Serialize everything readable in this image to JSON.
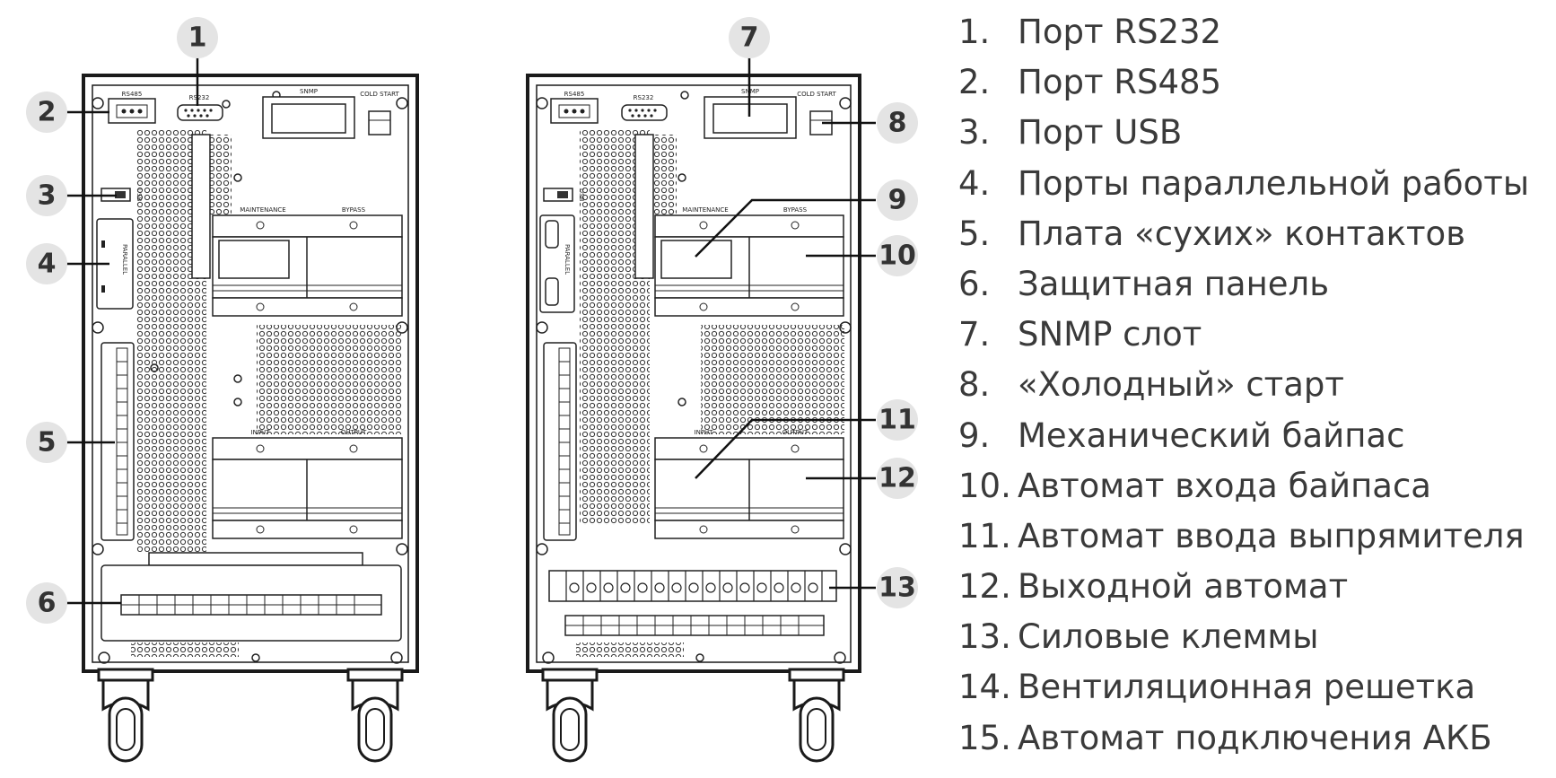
{
  "panel_labels": {
    "rs485": "RS485",
    "rs232": "RS232",
    "snmp": "SNMP",
    "cold_start": "COLD START",
    "usb": "USB",
    "parallel": "PARALLEL",
    "maintenance": "MAINTENANCE",
    "bypass": "BYPASS",
    "input": "INPUT",
    "output": "OUTPUT"
  },
  "badges": [
    "1",
    "2",
    "3",
    "4",
    "5",
    "6",
    "7",
    "8",
    "9",
    "10",
    "11",
    "12",
    "13"
  ],
  "legend": [
    {
      "num": "1.",
      "text": "Порт RS232"
    },
    {
      "num": "2.",
      "text": "Порт RS485"
    },
    {
      "num": "3.",
      "text": "Порт USB"
    },
    {
      "num": "4.",
      "text": "Порты параллельной работы"
    },
    {
      "num": "5.",
      "text": "Плата «сухих» контактов"
    },
    {
      "num": "6.",
      "text": "Защитная панель"
    },
    {
      "num": "7.",
      "text": "SNMP слот"
    },
    {
      "num": "8.",
      "text": "«Холодный» старт"
    },
    {
      "num": "9.",
      "text": "Механический байпас"
    },
    {
      "num": "10.",
      "text": "Автомат входа байпаса"
    },
    {
      "num": "11.",
      "text": "Автомат ввода выпрямителя"
    },
    {
      "num": "12.",
      "text": "Выходной автомат"
    },
    {
      "num": "13.",
      "text": "Силовые клеммы"
    },
    {
      "num": "14.",
      "text": "Вентиляционная решетка"
    },
    {
      "num": "15.",
      "text": "Автомат подключения АКБ"
    }
  ]
}
